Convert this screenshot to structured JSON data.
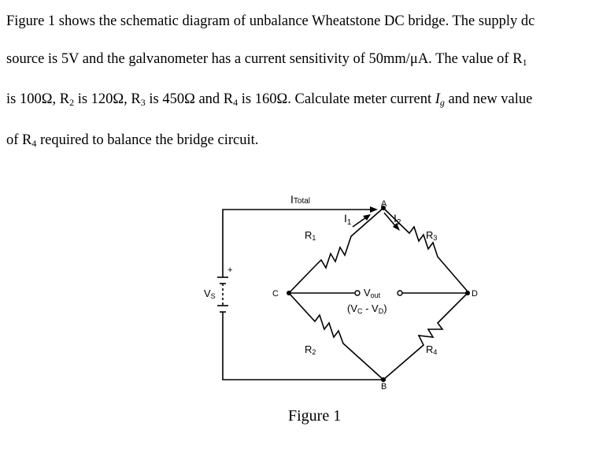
{
  "problem": {
    "line1": "Figure 1 shows the schematic diagram of unbalance Wheatstone DC bridge. The supply dc",
    "line2": "source is 5V and the galvanometer has a current sensitivity of 50mm/μA. The value of R",
    "line2_sub": "1",
    "line3_a": "is 100Ω, R",
    "line3_sub2": "2",
    "line3_b": " is 120Ω, R",
    "line3_sub3": "3",
    "line3_c": " is 450Ω and R",
    "line3_sub4": "4",
    "line3_d": " is 160Ω. Calculate meter current ",
    "line3_ig": "I",
    "line3_ig_sub": "g",
    "line3_e": " and new value",
    "line4_a": "of R",
    "line4_sub": "4",
    "line4_b": " required to balance the bridge circuit."
  },
  "diagram": {
    "i_total": "I",
    "i_total_sub": "Total",
    "i1": "I",
    "i1_sub": "1",
    "i2": "I",
    "i2_sub": "2",
    "node_a": "A",
    "node_b": "B",
    "node_c": "C",
    "node_d": "D",
    "r1": "R",
    "r1_sub": "1",
    "r2": "R",
    "r2_sub": "2",
    "r3": "R",
    "r3_sub": "3",
    "r4": "R",
    "r4_sub": "4",
    "vs": "V",
    "vs_sub": "S",
    "plus": "+",
    "vout": "V",
    "vout_sub": "out",
    "vcvd_open": "(V",
    "vcvd_c": "C",
    "vcvd_mid": " - V",
    "vcvd_d": "D",
    "vcvd_close": ")"
  },
  "caption": "Figure 1"
}
